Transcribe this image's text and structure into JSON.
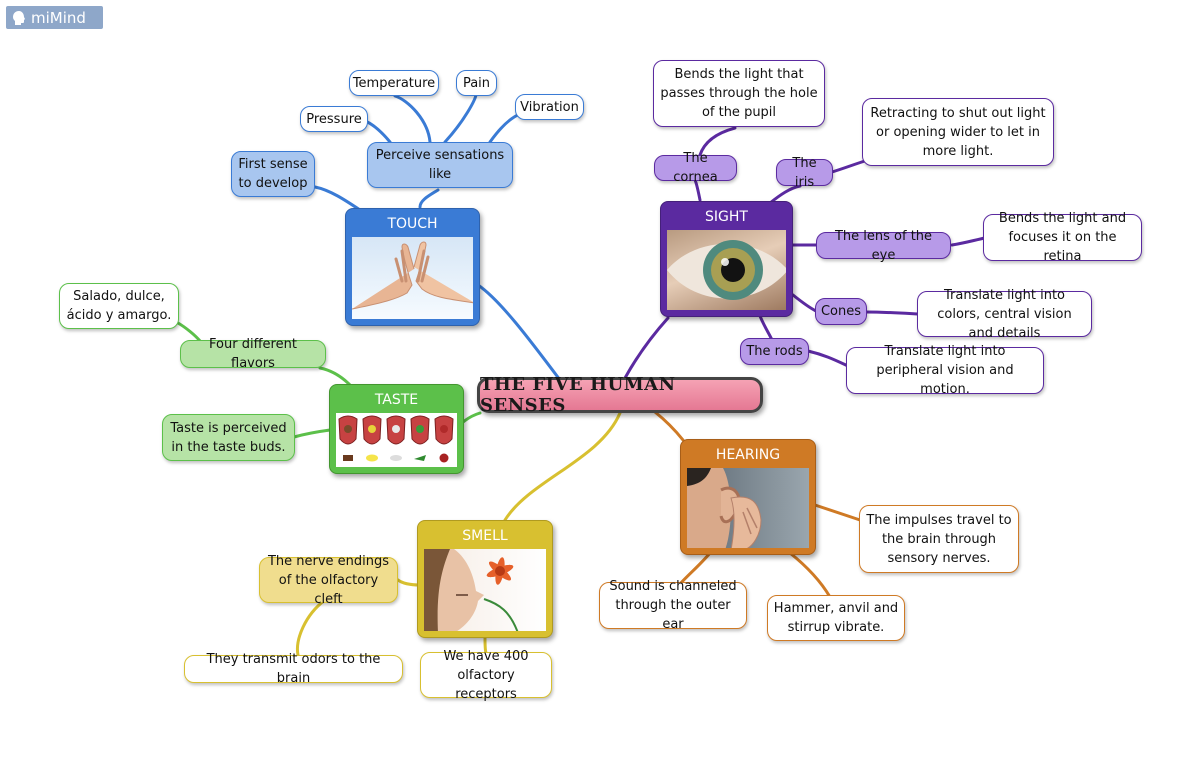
{
  "logo": {
    "text": "miMind",
    "icon": "head-icon"
  },
  "center": {
    "title": "THE FIVE HUMAN SENSES"
  },
  "colors": {
    "touch": "#3a7bd5",
    "sight": "#5b2aa0",
    "taste": "#5cc04a",
    "smell": "#d8c030",
    "hearing": "#cf7a25",
    "center": "#e8869b"
  },
  "touch": {
    "title": "TOUCH",
    "perceive": "Perceive sensations like",
    "temperature": "Temperature",
    "pain": "Pain",
    "pressure": "Pressure",
    "vibration": "Vibration",
    "first_sense": "First sense to develop"
  },
  "sight": {
    "title": "SIGHT",
    "cornea": "The cornea",
    "cornea_desc": "Bends the light that passes through the hole of the pupil",
    "iris": "The iris",
    "iris_desc": "Retracting to shut out light or opening wider to let in more light.",
    "lens": "The lens of the eye",
    "lens_desc": "Bends the light and focuses it on the retina",
    "cones": "Cones",
    "cones_desc": "Translate light into colors, central vision and details",
    "rods": "The rods",
    "rods_desc": "Translate light into peripheral vision and motion."
  },
  "taste": {
    "title": "TASTE",
    "flavors": "Four different flavors",
    "flavors_list": "Salado, dulce, ácido y amargo.",
    "buds": "Taste is perceived in the taste buds."
  },
  "smell": {
    "title": "SMELL",
    "nerve": "The nerve endings of the olfactory cleft",
    "transmit": "They transmit odors to the brain",
    "receptors": "We have 400 olfactory receptors"
  },
  "hearing": {
    "title": "HEARING",
    "impulses": "The impulses travel to the brain through sensory nerves.",
    "channeled": "Sound is channeled through the outer ear",
    "hammer": "Hammer, anvil and stirrup vibrate."
  }
}
